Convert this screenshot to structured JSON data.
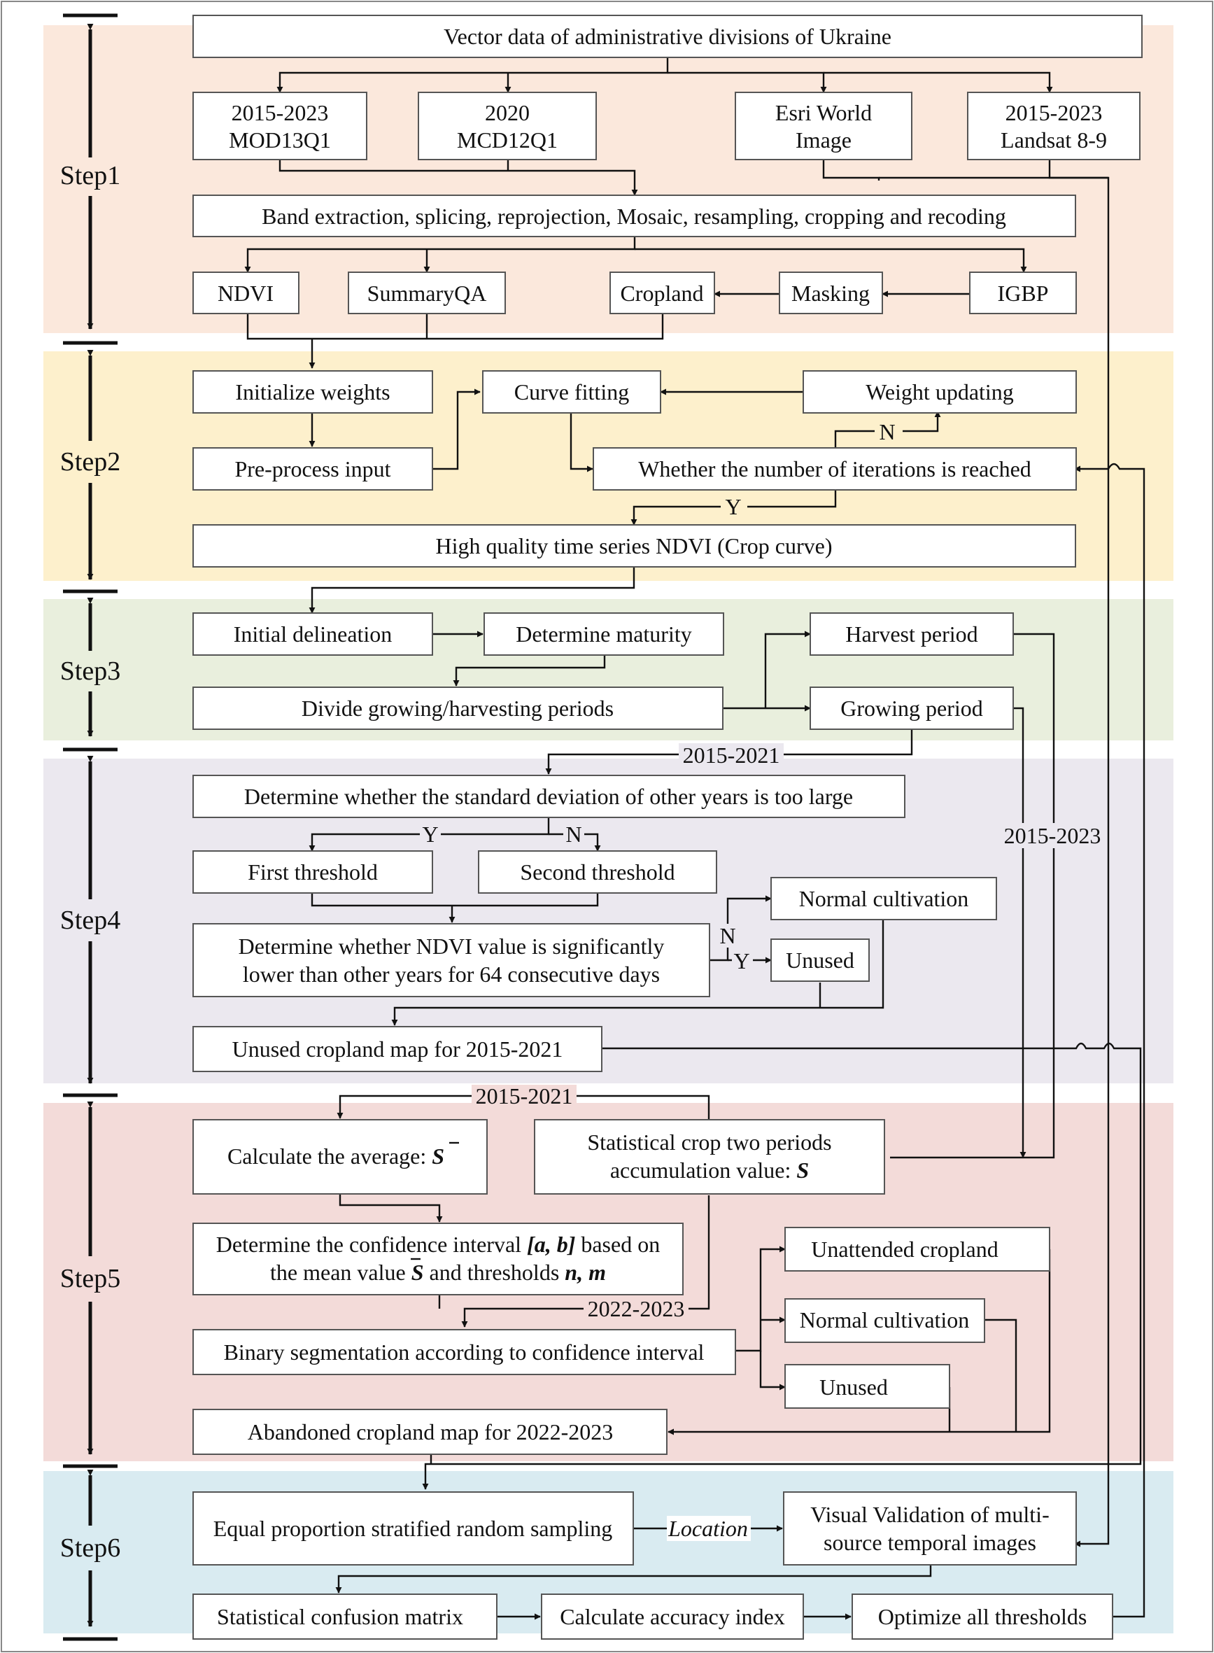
{
  "colors": {
    "step1": "#fbe8dc",
    "step2": "#fdf0cc",
    "step3": "#e9efdd",
    "step4": "#ebe8ef",
    "step5": "#f3dbd9",
    "step6": "#d9ebf1",
    "box_border": "#555555",
    "line": "#111111"
  },
  "steps": [
    "Step1",
    "Step2",
    "Step3",
    "Step4",
    "Step5",
    "Step6"
  ],
  "boxes": {
    "vector_data": "Vector data of administrative divisions of Ukraine",
    "mod13q1": [
      "2015-2023",
      "MOD13Q1"
    ],
    "mcd12q1": [
      "2020",
      "MCD12Q1"
    ],
    "esri": [
      "Esri World",
      "Image"
    ],
    "landsat": [
      "2015-2023",
      "Landsat 8-9"
    ],
    "band_extraction": "Band extraction, splicing, reprojection, Mosaic, resampling, cropping and recoding",
    "ndvi": "NDVI",
    "summaryqa": "SummaryQA",
    "cropland": "Cropland",
    "masking": "Masking",
    "igbp": "IGBP",
    "init_weights": "Initialize weights",
    "curve_fitting": "Curve fitting",
    "weight_updating": "Weight updating",
    "preprocess": "Pre-process input",
    "iterations": "Whether the number of iterations is reached",
    "hq_ndvi": "High quality time series NDVI (Crop curve)",
    "initial_delineation": "Initial delineation",
    "determine_maturity": "Determine maturity",
    "harvest_period": "Harvest period",
    "divide_periods": "Divide growing/harvesting periods",
    "growing_period": "Growing period",
    "std_dev": "Determine whether the standard deviation of other years is too large",
    "first_threshold": "First threshold",
    "second_threshold": "Second threshold",
    "normal_cultivation_4": "Normal cultivation",
    "ndvi_lower": [
      "Determine whether NDVI value is significantly",
      "lower than other years for 64 consecutive days"
    ],
    "unused_4": "Unused",
    "unused_map": "Unused cropland map for 2015-2021",
    "calc_average": "Calculate the average: ",
    "stat_crop": [
      "Statistical  crop two periods",
      "accumulation value: "
    ],
    "conf_interval_1": "Determine the confidence interval ",
    "conf_interval_ab": "[a, b]",
    "conf_interval_1b": " based on",
    "conf_interval_2": "the mean value ",
    "conf_interval_2b": " and thresholds ",
    "conf_interval_nm": "n, m",
    "binary_seg": "Binary segmentation according to confidence interval",
    "unattended": "Unattended cropland",
    "normal_cultivation_5": "Normal cultivation",
    "unused_5": "Unused",
    "abandoned_map": "Abandoned cropland map for 2022-2023",
    "equal_sampling": "Equal proportion stratified random sampling",
    "visual_validation": [
      "Visual Validation of multi-",
      "source temporal images"
    ],
    "confusion_matrix": "Statistical confusion matrix",
    "accuracy_index": "Calculate accuracy index",
    "optimize": "Optimize all thresholds"
  },
  "symbols": {
    "S": "S"
  },
  "edge_labels": {
    "N_iter": "N",
    "Y_iter": "Y",
    "y_2015_2021_a": "2015-2021",
    "y_2015_2023": "2015-2023",
    "Y_std": "Y",
    "N_std": "N",
    "N_ndvi": "N",
    "Y_ndvi": "Y",
    "y_2015_2021_b": "2015-2021",
    "y_2022_2023": "2022-2023",
    "location": "Location"
  }
}
